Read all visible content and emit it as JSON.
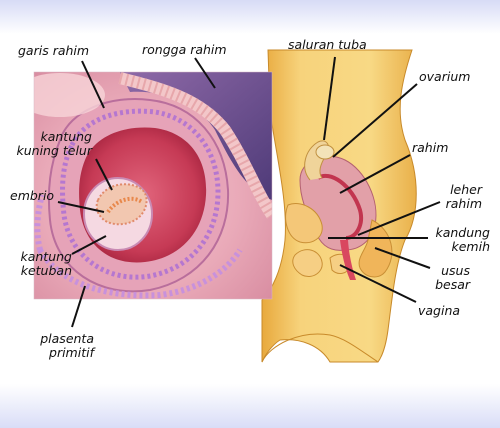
{
  "labels": {
    "uterine_lining": "garis rahim",
    "uterine_cavity": "rongga rahim",
    "yolk_sac_line1": "kantung",
    "yolk_sac_line2": "kuning telur",
    "embryo": "embrio",
    "amniotic_sac_line1": "kantung",
    "amniotic_sac_line2": "ketuban",
    "placenta_line1": "plasenta",
    "placenta_line2": "primitif",
    "fallopian_tube": "saluran tuba",
    "ovary": "ovarium",
    "uterus": "rahim",
    "cervix_line1": "leher",
    "cervix_line2": "rahim",
    "bladder_line1": "kandung",
    "bladder_line2": "kemih",
    "colon_line1": "usus",
    "colon_line2": "besar",
    "vagina": "vagina"
  },
  "colors": {
    "background_tint": "#d7dbf6",
    "tissue_pink": "#e9a3b2",
    "cavity_crimson": "#c3344e",
    "body_yellow": "#f4c86a",
    "purple_cavity": "#6c4d8c"
  }
}
